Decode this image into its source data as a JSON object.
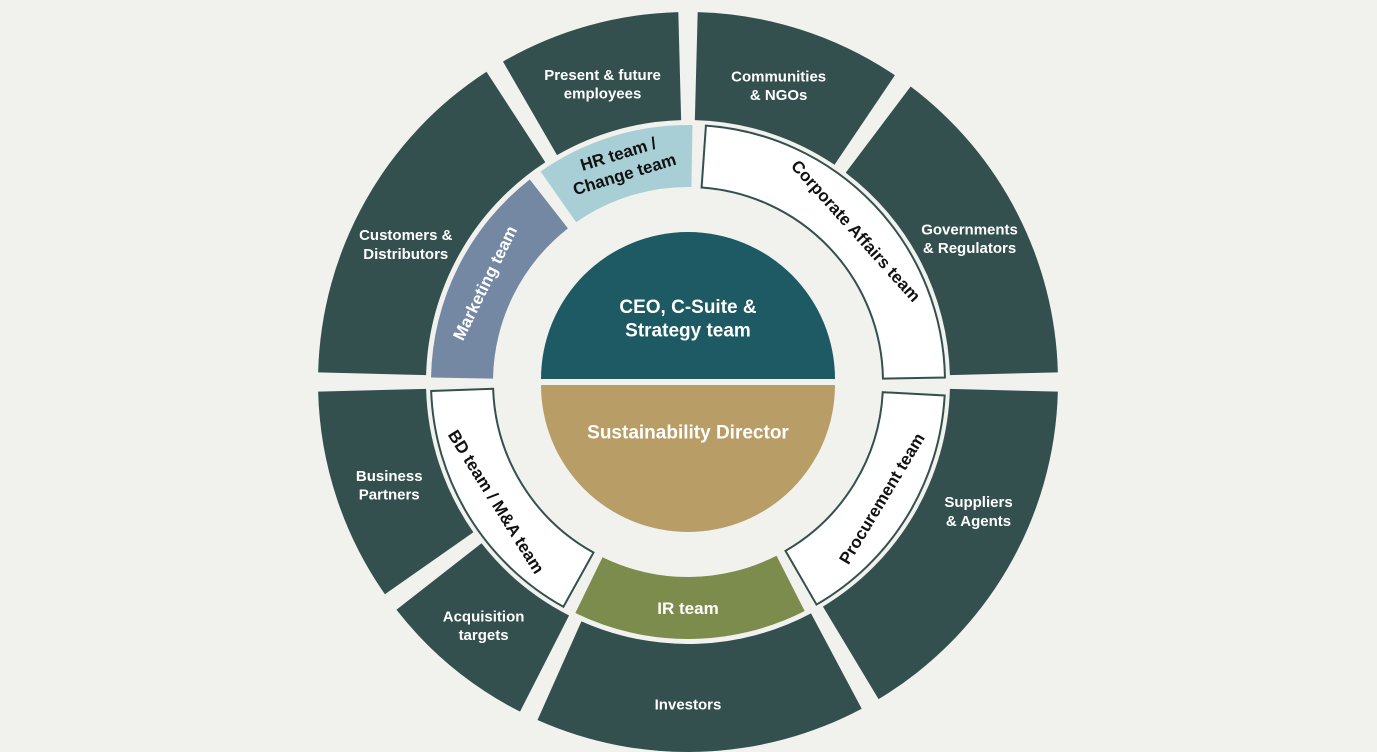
{
  "colors": {
    "background": "#f1f1ee",
    "outer_ring": "#33504f",
    "ceo": "#1d5a64",
    "sustainability": "#b89d66",
    "hr": "#a8ced6",
    "marketing": "#7487a3",
    "ir": "#7c8c4c",
    "white_segment": "#ffffff",
    "segment_outline": "#33504f",
    "light_text": "#ffffff",
    "dark_text": "#111111"
  },
  "outer_ring": [
    {
      "id": "present_future_employees",
      "lines": [
        "Present & future",
        "employees"
      ]
    },
    {
      "id": "communities_ngos",
      "lines": [
        "Communities",
        "& NGOs"
      ]
    },
    {
      "id": "governments_regulators",
      "lines": [
        "Governments",
        "& Regulators"
      ]
    },
    {
      "id": "suppliers_agents",
      "lines": [
        "Suppliers",
        "& Agents"
      ]
    },
    {
      "id": "investors",
      "lines": [
        "Investors"
      ]
    },
    {
      "id": "acquisition_targets",
      "lines": [
        "Acquisition",
        "targets"
      ]
    },
    {
      "id": "business_partners",
      "lines": [
        "Business",
        "Partners"
      ]
    },
    {
      "id": "customers_distributors",
      "lines": [
        "Customers &",
        "Distributors"
      ]
    }
  ],
  "middle_ring": [
    {
      "id": "hr_team",
      "lines": [
        "HR team /",
        "Change team"
      ]
    },
    {
      "id": "corporate_affairs_team",
      "lines": [
        "Corporate Affairs team"
      ]
    },
    {
      "id": "procurement_team",
      "lines": [
        "Procurement team"
      ]
    },
    {
      "id": "ir_team",
      "lines": [
        "IR team"
      ]
    },
    {
      "id": "bd_ma_team",
      "lines": [
        "BD team / M&A team"
      ]
    },
    {
      "id": "marketing_team",
      "lines": [
        "Marketing team"
      ]
    }
  ],
  "center": {
    "top": {
      "id": "ceo_csuite",
      "lines": [
        "CEO, C-Suite &",
        "Strategy team"
      ]
    },
    "bottom": {
      "id": "sustainability_director",
      "lines": [
        "Sustainability Director"
      ]
    }
  }
}
